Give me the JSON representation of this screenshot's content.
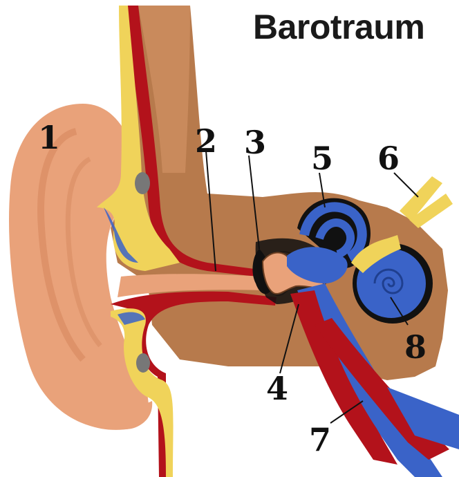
{
  "title": "Barotraum",
  "labels": {
    "n1": "1",
    "n2": "2",
    "n3": "3",
    "n4": "4",
    "n5": "5",
    "n6": "6",
    "n7": "7",
    "n8": "8"
  },
  "colors": {
    "skin": "#e9a27a",
    "bone": "#b77a4c",
    "blood": "#b3121b",
    "cartilage": "#f0d35a",
    "nerve_blue": "#3a63c8",
    "dark": "#111111"
  }
}
